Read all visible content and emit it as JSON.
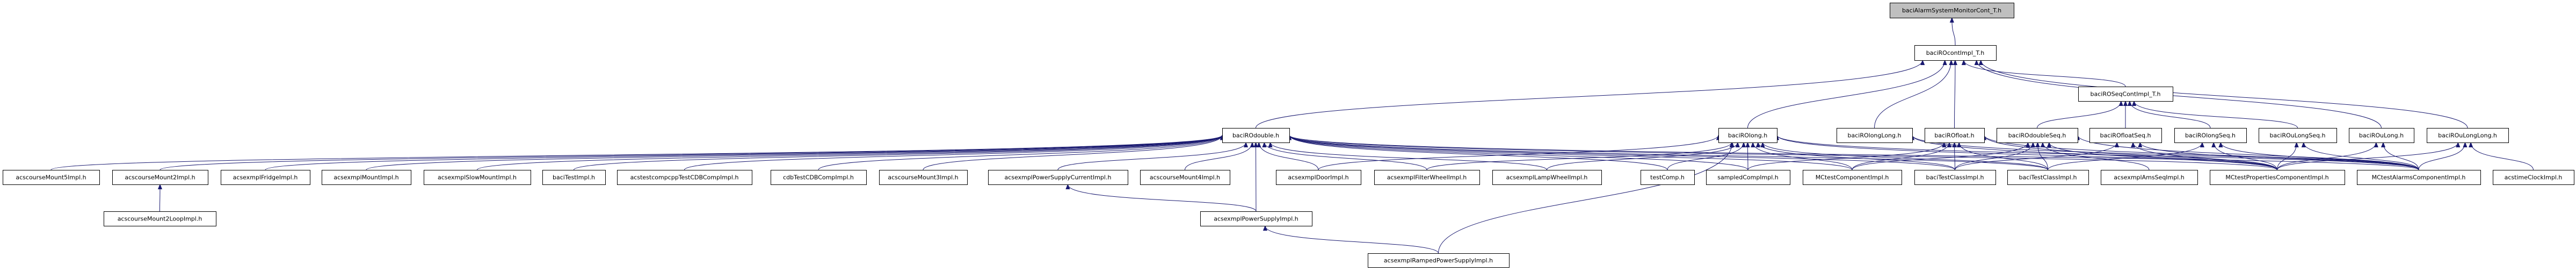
{
  "diagram": {
    "type": "include-dependency-graph",
    "edge_color": "#191970",
    "root_fill": "#bfbfbf",
    "nodes": [
      {
        "id": "root",
        "label": "baciAlarmSystemMonitorCont_T.h",
        "root": true
      },
      {
        "id": "rocont",
        "label": "baciROcontImpl_T.h"
      },
      {
        "id": "roseq",
        "label": "baciROSeqContImpl_T.h"
      },
      {
        "id": "rodouble",
        "label": "baciROdouble.h"
      },
      {
        "id": "rolong",
        "label": "baciROlong.h"
      },
      {
        "id": "rolonglong",
        "label": "baciROlongLong.h"
      },
      {
        "id": "rofloat",
        "label": "baciROfloat.h"
      },
      {
        "id": "rodoubleseq",
        "label": "baciROdoubleSeq.h"
      },
      {
        "id": "rofloatseq",
        "label": "baciROfloatSeq.h"
      },
      {
        "id": "rolongseq",
        "label": "baciROlongSeq.h"
      },
      {
        "id": "roulongseq",
        "label": "baciROuLongSeq.h"
      },
      {
        "id": "roulong",
        "label": "baciROuLong.h"
      },
      {
        "id": "roulonglong",
        "label": "baciROuLongLong.h"
      },
      {
        "id": "m5",
        "label": "acscourseMount5Impl.h"
      },
      {
        "id": "m2",
        "label": "acscourseMount2Impl.h"
      },
      {
        "id": "fridge",
        "label": "acsexmplFridgeImpl.h"
      },
      {
        "id": "mount",
        "label": "acsexmplMountImpl.h"
      },
      {
        "id": "slowmount",
        "label": "acsexmplSlowMountImpl.h"
      },
      {
        "id": "bacitest",
        "label": "baciTestImpl.h"
      },
      {
        "id": "acstestcdb",
        "label": "acstestcompcppTestCDBCompImpl.h"
      },
      {
        "id": "cdbtest",
        "label": "cdbTestCDBCompImpl.h"
      },
      {
        "id": "m3",
        "label": "acscourseMount3Impl.h"
      },
      {
        "id": "psc",
        "label": "acsexmplPowerSupplyCurrentImpl.h"
      },
      {
        "id": "m4",
        "label": "acscourseMount4Impl.h"
      },
      {
        "id": "door",
        "label": "acsexmplDoorImpl.h"
      },
      {
        "id": "filter",
        "label": "acsexmplFilterWheelImpl.h"
      },
      {
        "id": "lamp",
        "label": "acsexmplLampWheelImpl.h"
      },
      {
        "id": "testcomp",
        "label": "testComp.h"
      },
      {
        "id": "sampled",
        "label": "sampledCompImpl.h"
      },
      {
        "id": "mctest",
        "label": "MCtestComponentImpl.h"
      },
      {
        "id": "tc1",
        "label": "baciTestClassImpl.h"
      },
      {
        "id": "tc2",
        "label": "baciTestClassImpl.h"
      },
      {
        "id": "ams",
        "label": "acsexmplAmsSeqImpl.h"
      },
      {
        "id": "mcprops",
        "label": "MCtestPropertiesComponentImpl.h"
      },
      {
        "id": "mcalarms",
        "label": "MCtestAlarmsComponentImpl.h"
      },
      {
        "id": "clock",
        "label": "acstimeClockImpl.h"
      },
      {
        "id": "m2loop",
        "label": "acscourseMount2LoopImpl.h"
      },
      {
        "id": "ps",
        "label": "acsexmplPowerSupplyImpl.h"
      },
      {
        "id": "ramped",
        "label": "acsexmplRampedPowerSupplyImpl.h"
      }
    ],
    "edges": [
      [
        "rocont",
        "root"
      ],
      [
        "rodouble",
        "rocont"
      ],
      [
        "rolong",
        "rocont"
      ],
      [
        "rolonglong",
        "rocont"
      ],
      [
        "rofloat",
        "rocont"
      ],
      [
        "roseq",
        "rocont"
      ],
      [
        "roulong",
        "rocont"
      ],
      [
        "roulonglong",
        "rocont"
      ],
      [
        "rodoubleseq",
        "roseq"
      ],
      [
        "rofloatseq",
        "roseq"
      ],
      [
        "rolongseq",
        "roseq"
      ],
      [
        "roulongseq",
        "roseq"
      ],
      [
        "m5",
        "rodouble"
      ],
      [
        "m2",
        "rodouble"
      ],
      [
        "fridge",
        "rodouble"
      ],
      [
        "mount",
        "rodouble"
      ],
      [
        "slowmount",
        "rodouble"
      ],
      [
        "bacitest",
        "rodouble"
      ],
      [
        "acstestcdb",
        "rodouble"
      ],
      [
        "cdbtest",
        "rodouble"
      ],
      [
        "m3",
        "rodouble"
      ],
      [
        "psc",
        "rodouble"
      ],
      [
        "m4",
        "rodouble"
      ],
      [
        "door",
        "rodouble"
      ],
      [
        "filter",
        "rodouble"
      ],
      [
        "lamp",
        "rodouble"
      ],
      [
        "testcomp",
        "rodouble"
      ],
      [
        "ps",
        "rodouble"
      ],
      [
        "mctest",
        "rodouble"
      ],
      [
        "tc1",
        "rodouble"
      ],
      [
        "tc2",
        "rodouble"
      ],
      [
        "mcprops",
        "rodouble"
      ],
      [
        "mcalarms",
        "rodouble"
      ],
      [
        "sampled",
        "rodouble"
      ],
      [
        "door",
        "rolong"
      ],
      [
        "filter",
        "rolong"
      ],
      [
        "lamp",
        "rolong"
      ],
      [
        "testcomp",
        "rolong"
      ],
      [
        "sampled",
        "rolong"
      ],
      [
        "mctest",
        "rolong"
      ],
      [
        "tc1",
        "rolong"
      ],
      [
        "tc2",
        "rolong"
      ],
      [
        "mcprops",
        "rolong"
      ],
      [
        "mcalarms",
        "rolong"
      ],
      [
        "ramped",
        "rolong"
      ],
      [
        "mcprops",
        "rolonglong"
      ],
      [
        "mcalarms",
        "rolonglong"
      ],
      [
        "mctest",
        "rofloat"
      ],
      [
        "tc1",
        "rofloat"
      ],
      [
        "tc2",
        "rofloat"
      ],
      [
        "mcprops",
        "rofloat"
      ],
      [
        "mcalarms",
        "rofloat"
      ],
      [
        "sampled",
        "rofloat"
      ],
      [
        "mctest",
        "rodoubleseq"
      ],
      [
        "tc1",
        "rodoubleseq"
      ],
      [
        "tc2",
        "rodoubleseq"
      ],
      [
        "ams",
        "rodoubleseq"
      ],
      [
        "mcprops",
        "rodoubleseq"
      ],
      [
        "mcalarms",
        "rodoubleseq"
      ],
      [
        "mcprops",
        "rofloatseq"
      ],
      [
        "mcalarms",
        "rofloatseq"
      ],
      [
        "tc1",
        "rofloatseq"
      ],
      [
        "mcprops",
        "rolongseq"
      ],
      [
        "mcalarms",
        "rolongseq"
      ],
      [
        "tc2",
        "rolongseq"
      ],
      [
        "mcprops",
        "roulongseq"
      ],
      [
        "mcalarms",
        "roulongseq"
      ],
      [
        "mcprops",
        "roulong"
      ],
      [
        "mcalarms",
        "roulong"
      ],
      [
        "mcprops",
        "roulonglong"
      ],
      [
        "mcalarms",
        "roulonglong"
      ],
      [
        "clock",
        "roulonglong"
      ],
      [
        "m2loop",
        "m2"
      ],
      [
        "ps",
        "psc"
      ],
      [
        "ramped",
        "ps"
      ]
    ]
  }
}
